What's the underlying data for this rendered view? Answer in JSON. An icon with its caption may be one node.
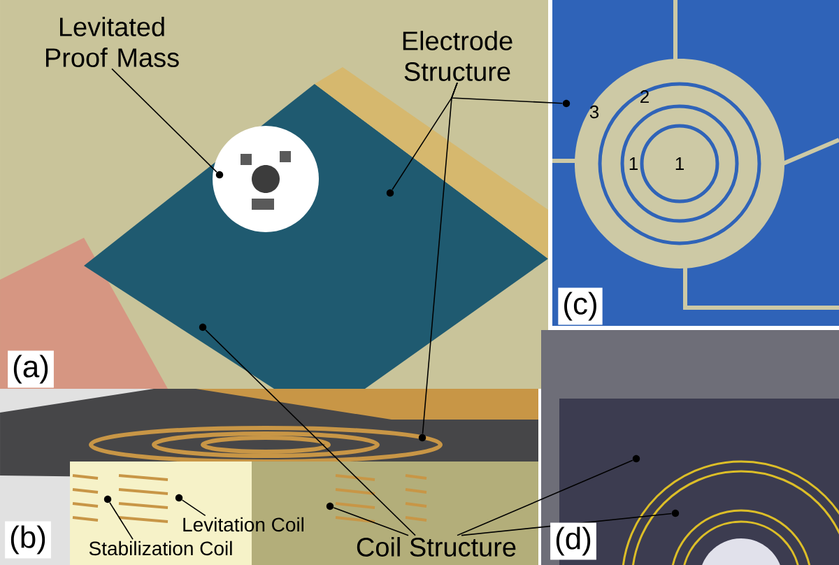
{
  "diagram": {
    "nodes": [
      {
        "text": [
          "Levitated Proof Mass"
        ]
      },
      {
        "text": [
          "Electrode Structure"
        ]
      },
      {
        "text": [
          "Stabilization Coil"
        ]
      },
      {
        "text": [
          "Levitation Coil"
        ]
      },
      {
        "text": [
          "Coil Structure"
        ]
      },
      {
        "text": [],
        "shape": "circle"
      },
      {
        "text": [],
        "shape": "circle"
      },
      {
        "text": [],
        "shape": "circle"
      },
      {
        "text": [],
        "shape": "circle"
      },
      {
        "text": [],
        "shape": "circle"
      },
      {
        "text": [],
        "shape": "circle"
      },
      {
        "text": [],
        "shape": "circle"
      },
      {
        "text": [],
        "shape": "circle"
      },
      {
        "text": [],
        "shape": "circle"
      },
      {
        "text": [],
        "shape": "circle"
      }
    ],
    "edges": [
      {
        "from": 0,
        "to": 8,
        "arrow": "none"
      },
      {
        "from": 1,
        "to": 12,
        "arrow": "none"
      },
      {
        "from": 1,
        "to": 10,
        "arrow": "none"
      },
      {
        "from": 1,
        "to": 11,
        "arrow": "none"
      },
      {
        "from": 2,
        "to": 5,
        "arrow": "none"
      },
      {
        "from": 3,
        "to": 6,
        "arrow": "none"
      },
      {
        "from": 4,
        "to": 7,
        "arrow": "none"
      },
      {
        "from": 4,
        "to": 9,
        "arrow": "none"
      },
      {
        "from": 4,
        "to": 13,
        "arrow": "none"
      },
      {
        "from": 4,
        "to": 14,
        "arrow": "none"
      }
    ],
    "labels": [
      "3",
      "2",
      "1",
      "1",
      "(c)",
      "(a)",
      "(b)",
      "(d)"
    ]
  }
}
